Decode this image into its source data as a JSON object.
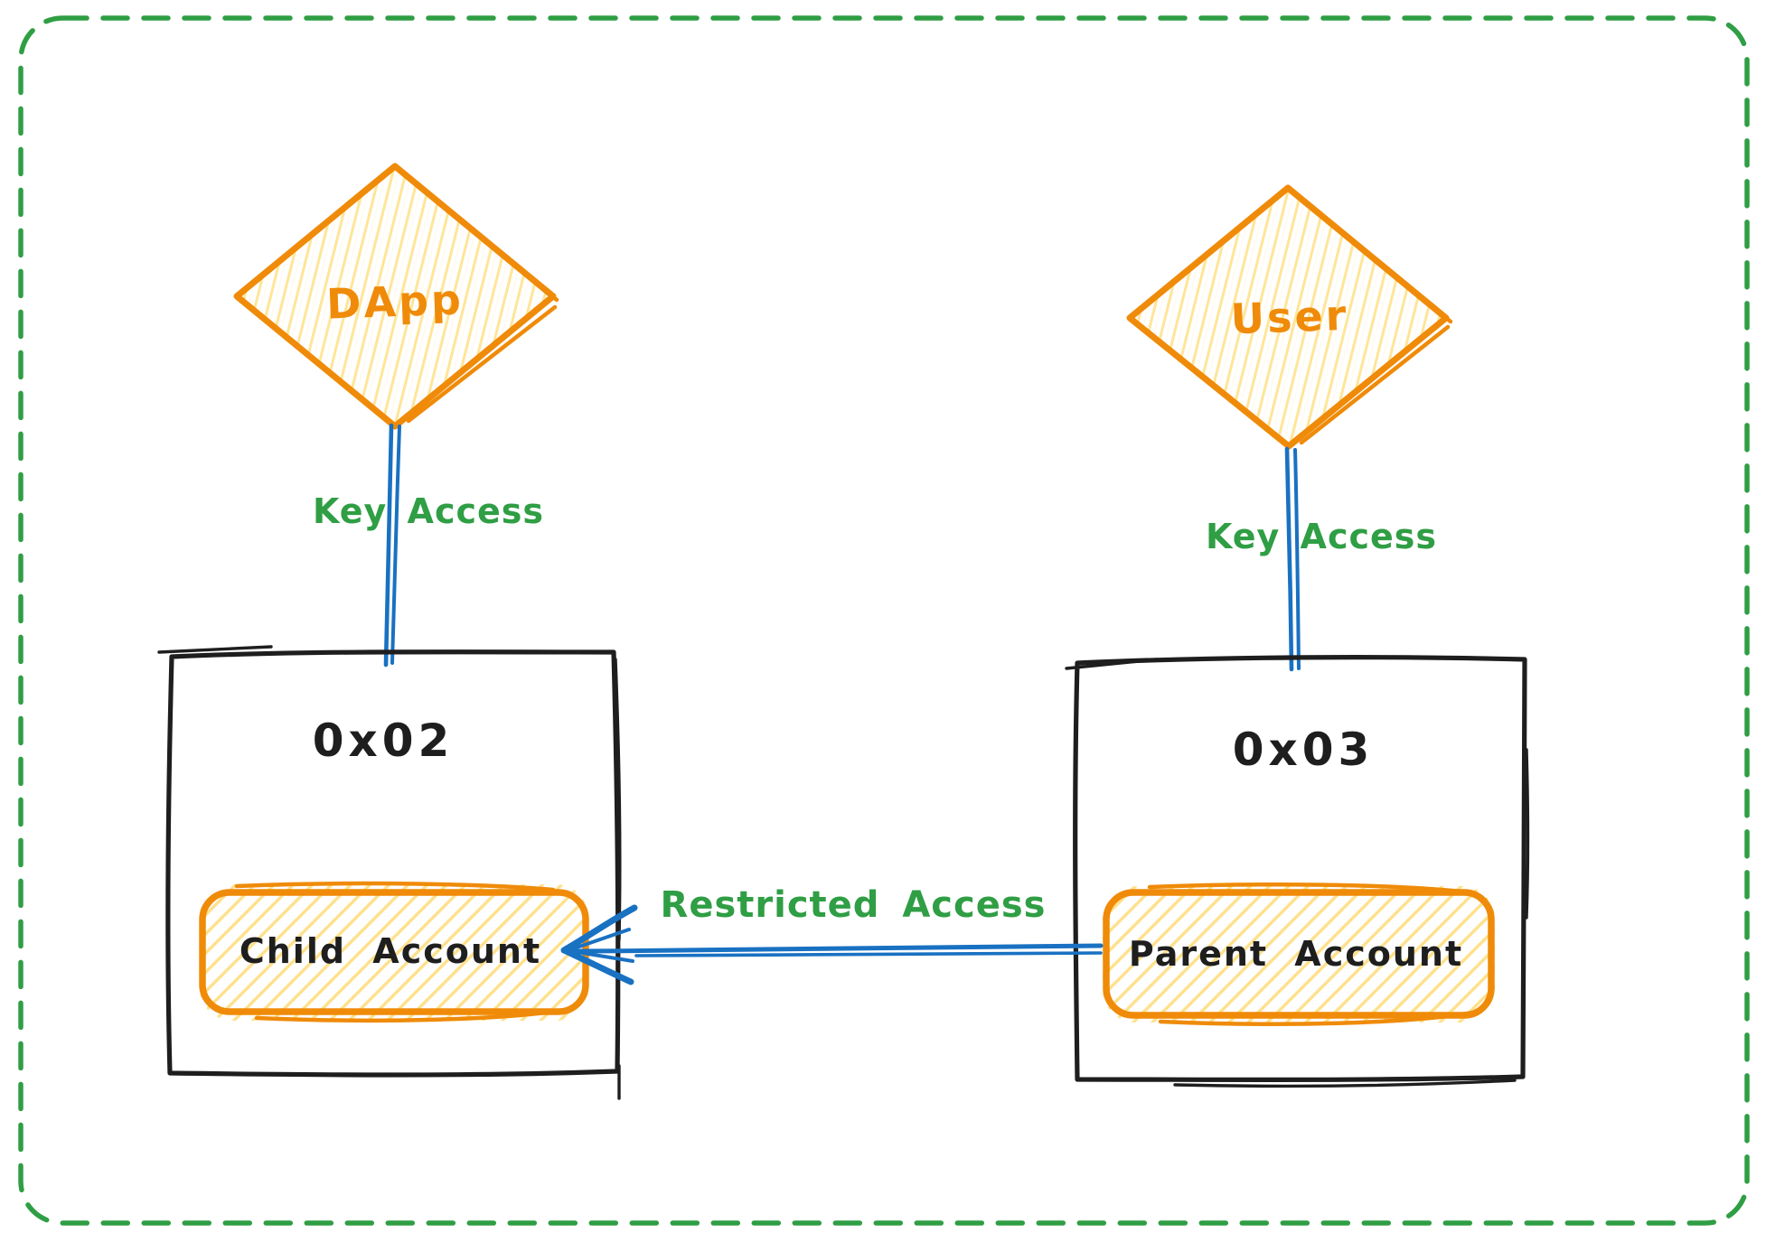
{
  "frame": {
    "border_color": "#2f9e44",
    "style": "dashed-rounded"
  },
  "palette": {
    "orange": "#ef8b09",
    "hatch_yellow": "#ffe08a",
    "blue": "#1971c2",
    "green": "#2f9e44",
    "ink": "#1e1e1e",
    "background": "#ffffff"
  },
  "diagram": {
    "actors": {
      "dapp": {
        "label": "DApp",
        "shape": "diamond"
      },
      "user": {
        "label": "User",
        "shape": "diamond"
      }
    },
    "accounts": {
      "left": {
        "address": "0x02",
        "inner": {
          "label": "Child Account"
        }
      },
      "right": {
        "address": "0x03",
        "inner": {
          "label": "Parent Account"
        }
      }
    },
    "edges": {
      "dapp_key_access": {
        "label": "Key Access",
        "from": "DApp",
        "to": "0x02"
      },
      "user_key_access": {
        "label": "Key Access",
        "from": "User",
        "to": "0x03"
      },
      "restricted_access": {
        "label": "Restricted Access",
        "from": "Parent Account",
        "to": "Child Account",
        "direction": "right-to-left"
      }
    }
  }
}
